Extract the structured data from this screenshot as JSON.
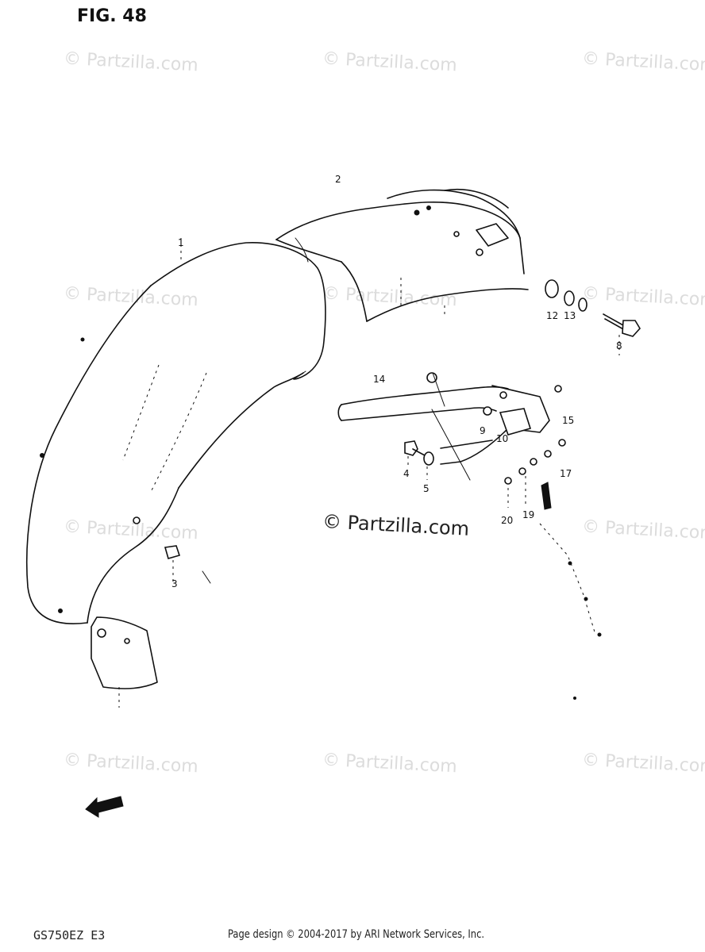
{
  "figure": {
    "title": "FIG. 48",
    "model_code": "GS750EZ E3",
    "credit": "Page design © 2004-2017 by ARI Network Services, Inc.",
    "center_watermark": "© Partzilla.com",
    "watermark_text": "© Partzilla.com"
  },
  "callouts": [
    "1",
    "2",
    "3",
    "4",
    "5",
    "8",
    "9",
    "10",
    "12",
    "13",
    "14",
    "15",
    "17",
    "19",
    "20"
  ],
  "colors": {
    "line": "#111111",
    "watermark": "#dcdcdc",
    "background": "#ffffff"
  }
}
